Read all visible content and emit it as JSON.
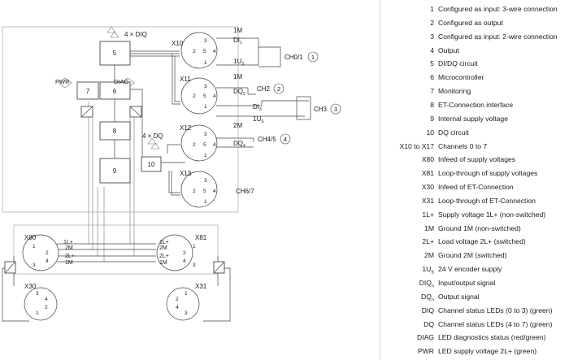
{
  "diagram": {
    "blocks": {
      "b5": "5",
      "b6": "6",
      "b7": "7",
      "b8": "8",
      "b9": "9",
      "b10": "10"
    },
    "top_labels": {
      "diq": "4 × DIQ",
      "pwr": "PWR",
      "diag": "DIAG",
      "dq": "4 × DQ"
    },
    "connectors": {
      "x10": "X10",
      "x11": "X11",
      "x12": "X12",
      "x13": "X13",
      "x80": "X80",
      "x81": "X81",
      "x30": "X30",
      "x31": "X31"
    },
    "pins": {
      "p1": "1",
      "p2": "2",
      "p3": "3",
      "p4": "4",
      "p5": "5"
    },
    "signals": {
      "m1": "1M",
      "m2": "2M",
      "l1": "1L+",
      "l2": "2L+",
      "di": "DI",
      "dq": "DQ",
      "us": "1U",
      "sub_s": "S",
      "sub_1": "1",
      "sub_2": "2",
      "sub_3": "3",
      "sub_4": "4"
    },
    "channels": {
      "ch01": "CH0/1",
      "ch2": "CH2",
      "ch3": "CH3",
      "ch45": "CH4/5",
      "ch67": "CH6/7"
    },
    "callouts": {
      "c1": "1",
      "c2": "2",
      "c3": "3",
      "c4": "4"
    }
  },
  "legend": [
    {
      "key": "1",
      "desc": "Configured as input: 3-wire connection"
    },
    {
      "key": "2",
      "desc": "Configured as output"
    },
    {
      "key": "3",
      "desc": "Configured as input: 2-wire connection"
    },
    {
      "key": "4",
      "desc": "Output"
    },
    {
      "key": "5",
      "desc": "DI/DQ circuit"
    },
    {
      "key": "6",
      "desc": "Microcontroller"
    },
    {
      "key": "7",
      "desc": "Monitoring"
    },
    {
      "key": "8",
      "desc": "ET-Connection interface"
    },
    {
      "key": "9",
      "desc": "Internal supply voltage"
    },
    {
      "key": "10",
      "desc": "DQ circuit"
    },
    {
      "key": "X10 to X17",
      "desc": "Channels 0 to 7"
    },
    {
      "key": "X80",
      "desc": "Infeed of supply voltages"
    },
    {
      "key": "X81",
      "desc": "Loop-through of supply voltages"
    },
    {
      "key": "X30",
      "desc": "Infeed of ET-Connection"
    },
    {
      "key": "X31",
      "desc": "Loop-through of ET-Connection"
    },
    {
      "key": "1L+",
      "desc": "Supply voltage 1L+ (non-switched)"
    },
    {
      "key": "1M",
      "desc": "Ground 1M (non-switched)"
    },
    {
      "key": "2L+",
      "desc": "Load voltage 2L+ (switched)"
    },
    {
      "key": "2M",
      "desc": "Ground 2M (switched)"
    },
    {
      "key": "1U",
      "key_sub": "S",
      "desc": "24 V encoder supply"
    },
    {
      "key": "DIQ",
      "key_sub": "n",
      "desc": "Input/output signal"
    },
    {
      "key": "DQ",
      "key_sub": "n",
      "desc": "Output signal"
    },
    {
      "key": "DIQ",
      "desc": "Channel status LEDs (0 to 3) (green)"
    },
    {
      "key": "DQ",
      "desc": "Channel status LEDs (4 to 7) (green)"
    },
    {
      "key": "DIAG",
      "desc": "LED diagnostics status (red/green)"
    },
    {
      "key": "PWR",
      "desc": "LED supply voltage 2L+ (green)"
    }
  ]
}
